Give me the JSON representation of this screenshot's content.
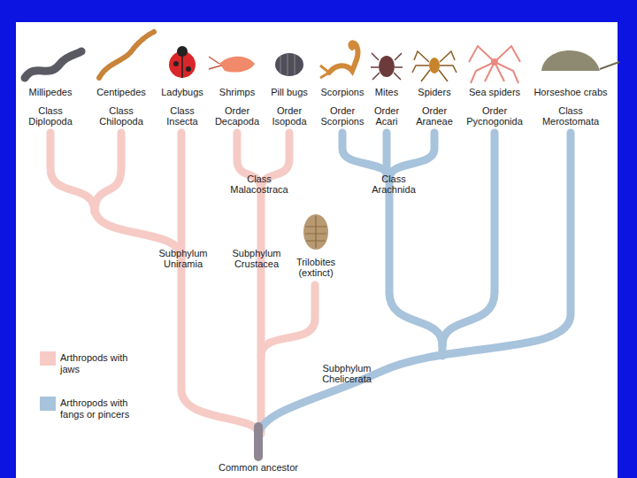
{
  "diagram": {
    "labels": [
      "Millipedes",
      "Class Diplopoda",
      "Centipedes",
      "Class Chilopoda",
      "Ladybugs",
      "Class Insecta",
      "Shrimps",
      "Order Decapoda",
      "Pill bugs",
      "Order Isopoda",
      "Scorpions",
      "Order Scorpions",
      "Mites",
      "Order Acari",
      "Spiders",
      "Order Araneae",
      "Sea spiders",
      "Order Pycnogonida",
      "Horseshoe crabs",
      "Class Merostomata",
      "Class Malacostraca",
      "Class Arachnida",
      "Subphylum Uniramia",
      "Subphylum Crustacea",
      "Trilobites (extinct)",
      "Subphylum Chelicerata",
      "Common ancestor"
    ],
    "legend": [
      {
        "text": "Arthropods with jaws",
        "color": "#f6cbc6"
      },
      {
        "text": "Arthropods with fangs or pincers",
        "color": "#a8c3dc"
      }
    ]
  }
}
